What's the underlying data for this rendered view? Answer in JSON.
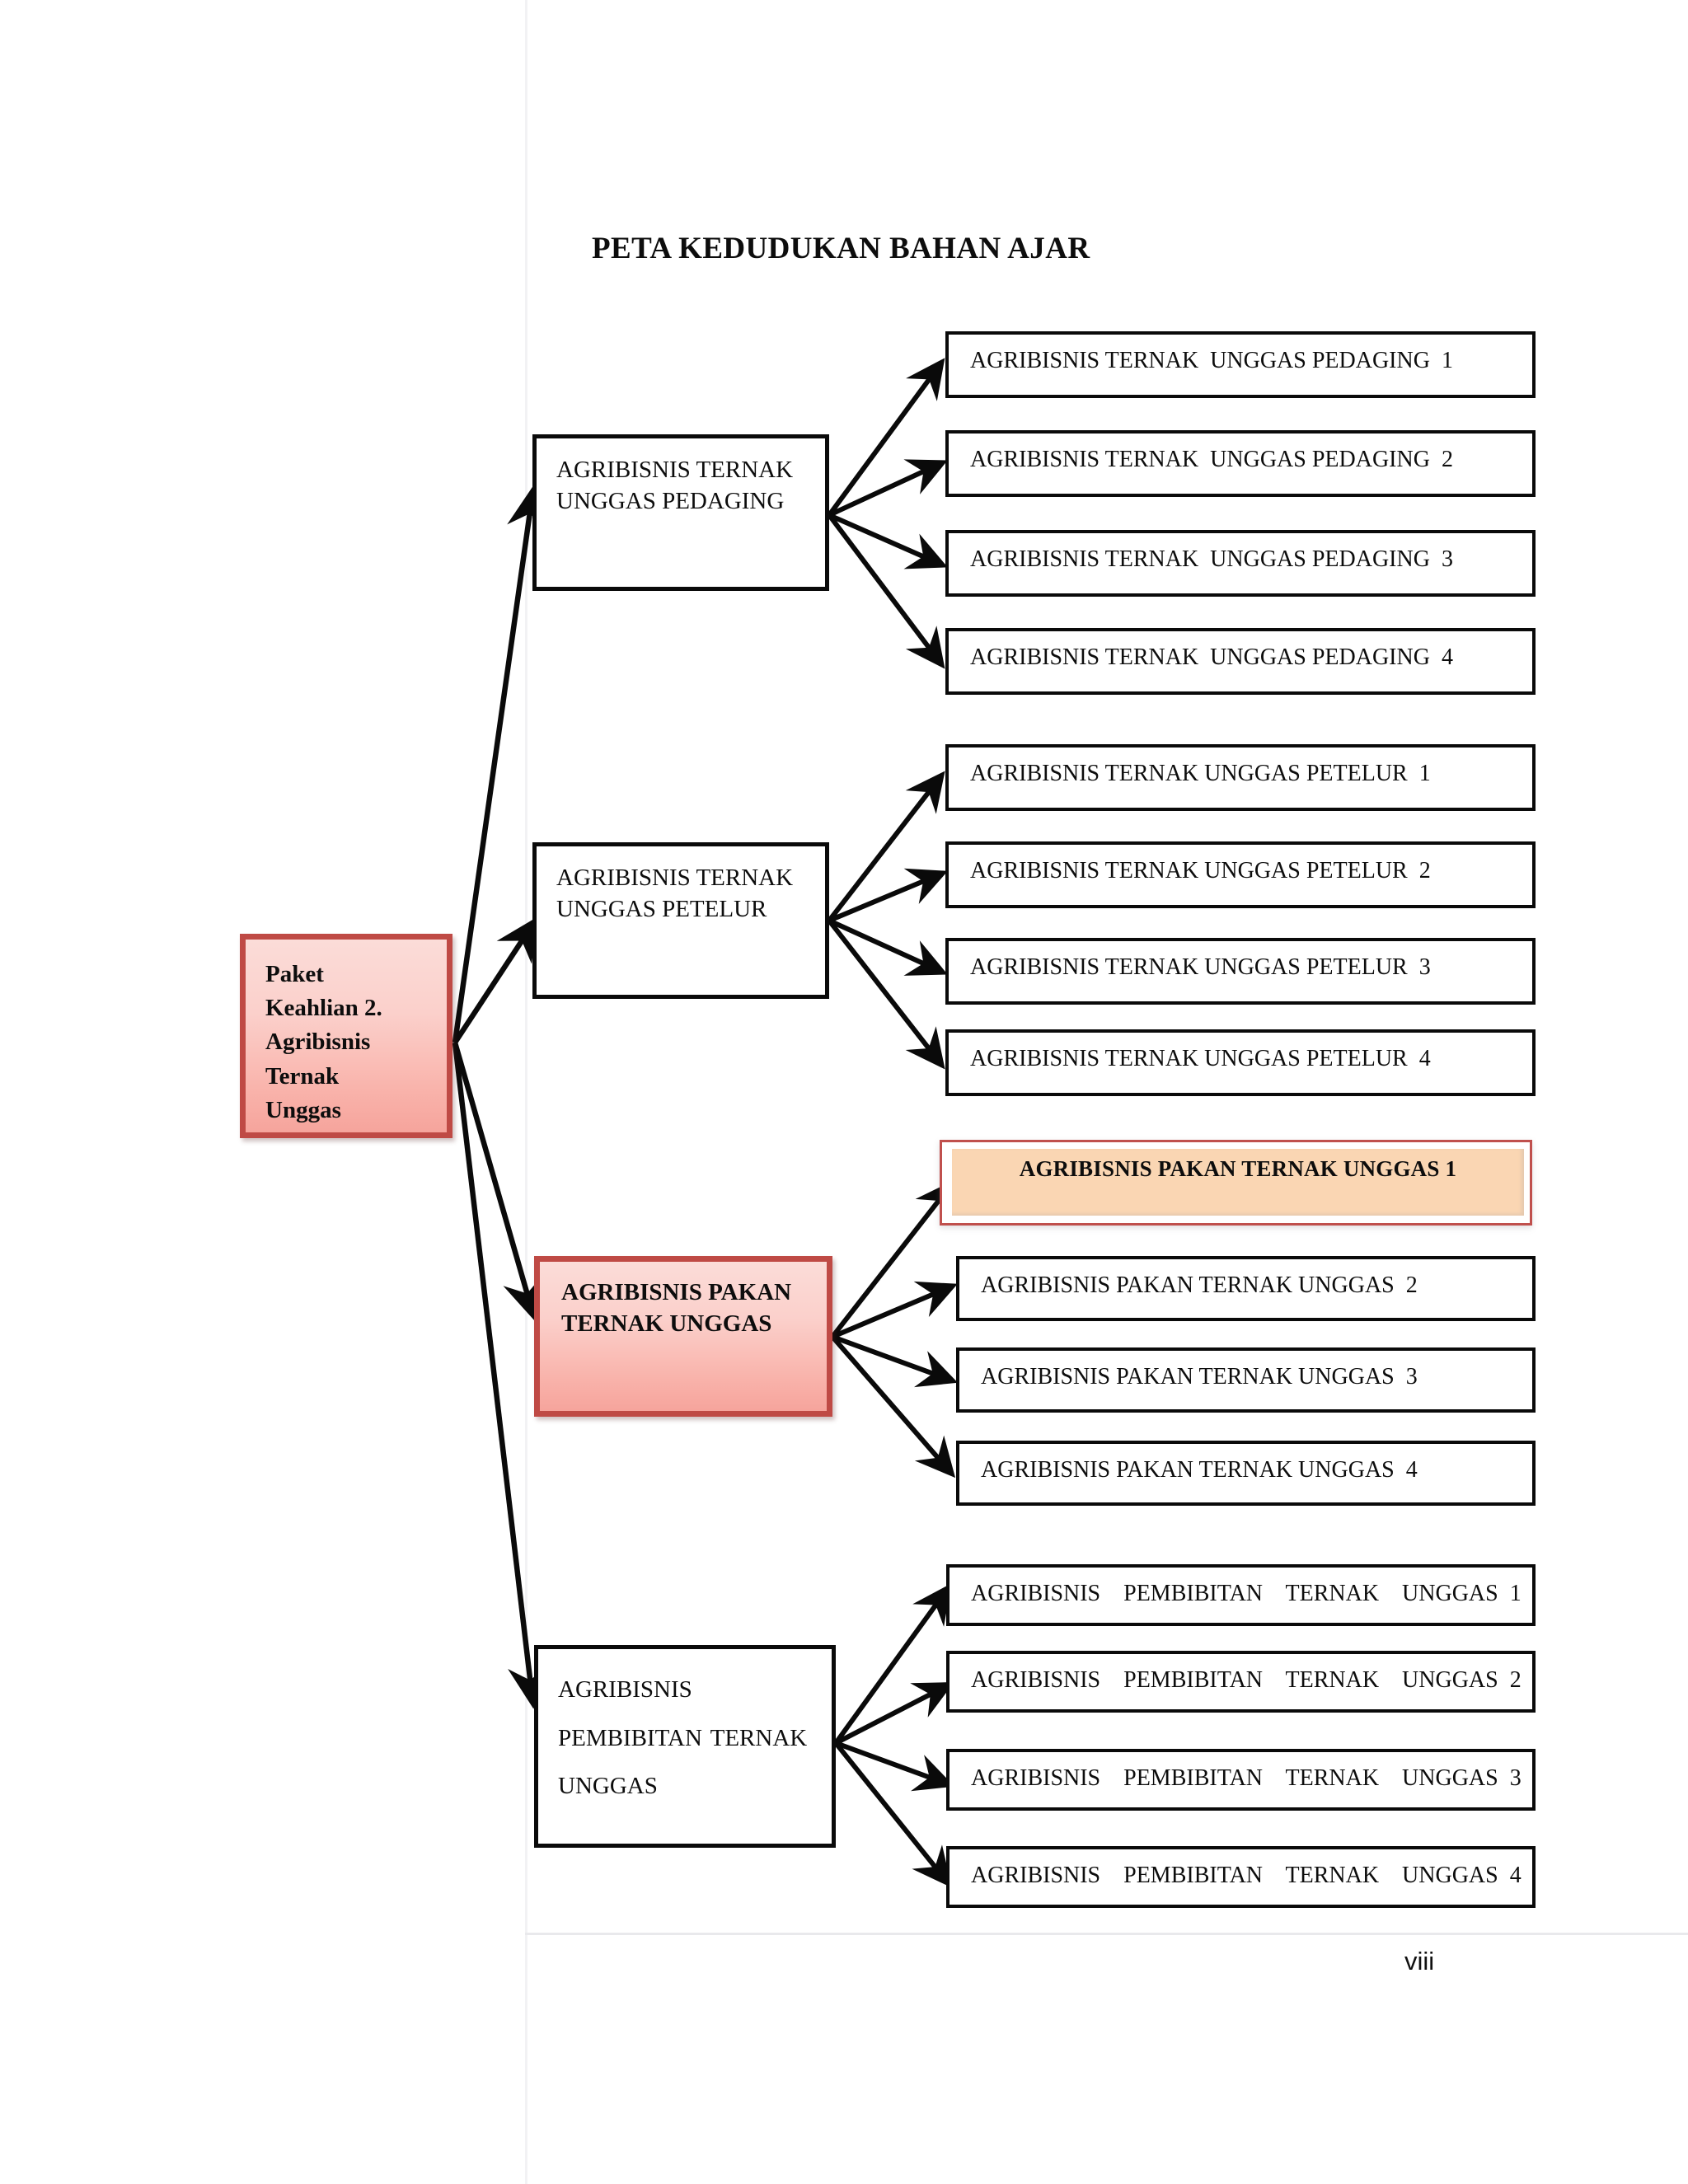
{
  "document": {
    "title": "PETA KEDUDUKAN BAHAN AJAR",
    "page_number": "viii"
  },
  "colors": {
    "pink_fill_top": "#fbdcd8",
    "pink_fill_bottom": "#f6a49c",
    "pink_border": "#bf4a45",
    "highlight_fill": "#fad6b3",
    "highlight_border": "#c0504d",
    "outline": "#0a0a0a",
    "text": "#0d0d0d",
    "page_background": "#ffffff"
  },
  "root": {
    "label": "Paket\nKeahlian 2.\nAgribisnis\nTernak\nUnggas",
    "style": "pink-gradient"
  },
  "branches": [
    {
      "id": "pedaging",
      "label": "AGRIBISNIS  TERNAK\nUNGGAS PEDAGING",
      "style": "plain",
      "leaves": [
        {
          "label": "AGRIBISNIS TERNAK  UNGGAS PEDAGING  1",
          "style": "plain"
        },
        {
          "label": "AGRIBISNIS TERNAK  UNGGAS PEDAGING  2",
          "style": "plain"
        },
        {
          "label": "AGRIBISNIS TERNAK  UNGGAS PEDAGING  3",
          "style": "plain"
        },
        {
          "label": "AGRIBISNIS TERNAK  UNGGAS PEDAGING  4",
          "style": "plain"
        }
      ]
    },
    {
      "id": "petelur",
      "label": "AGRIBISNIS TERNAK\nUNGGAS PETELUR",
      "style": "plain",
      "leaves": [
        {
          "label": "AGRIBISNIS TERNAK UNGGAS PETELUR  1",
          "style": "plain"
        },
        {
          "label": "AGRIBISNIS TERNAK UNGGAS PETELUR  2",
          "style": "plain"
        },
        {
          "label": "AGRIBISNIS TERNAK UNGGAS PETELUR  3",
          "style": "plain"
        },
        {
          "label": "AGRIBISNIS TERNAK UNGGAS PETELUR  4",
          "style": "plain"
        }
      ]
    },
    {
      "id": "pakan",
      "label": "AGRIBISNIS PAKAN\nTERNAK UNGGAS",
      "style": "pink-gradient",
      "leaves": [
        {
          "label": "AGRIBISNIS PAKAN TERNAK UNGGAS  1",
          "style": "highlight"
        },
        {
          "label": "AGRIBISNIS PAKAN TERNAK UNGGAS  2",
          "style": "plain"
        },
        {
          "label": "AGRIBISNIS PAKAN TERNAK UNGGAS  3",
          "style": "plain"
        },
        {
          "label": "AGRIBISNIS PAKAN TERNAK UNGGAS  4",
          "style": "plain"
        }
      ]
    },
    {
      "id": "pembibitan",
      "label": "AGRIBISNIS\nPEMBIBITAN  TERNAK\nUNGGAS",
      "style": "plain",
      "leaves": [
        {
          "label": "AGRIBISNIS  PEMBIBITAN  TERNAK  UNGGAS 1",
          "style": "plain"
        },
        {
          "label": "AGRIBISNIS  PEMBIBITAN  TERNAK  UNGGAS 2",
          "style": "plain"
        },
        {
          "label": "AGRIBISNIS  PEMBIBITAN  TERNAK  UNGGAS 3",
          "style": "plain"
        },
        {
          "label": "AGRIBISNIS  PEMBIBITAN  TERNAK  UNGGAS 4",
          "style": "plain"
        }
      ]
    }
  ]
}
